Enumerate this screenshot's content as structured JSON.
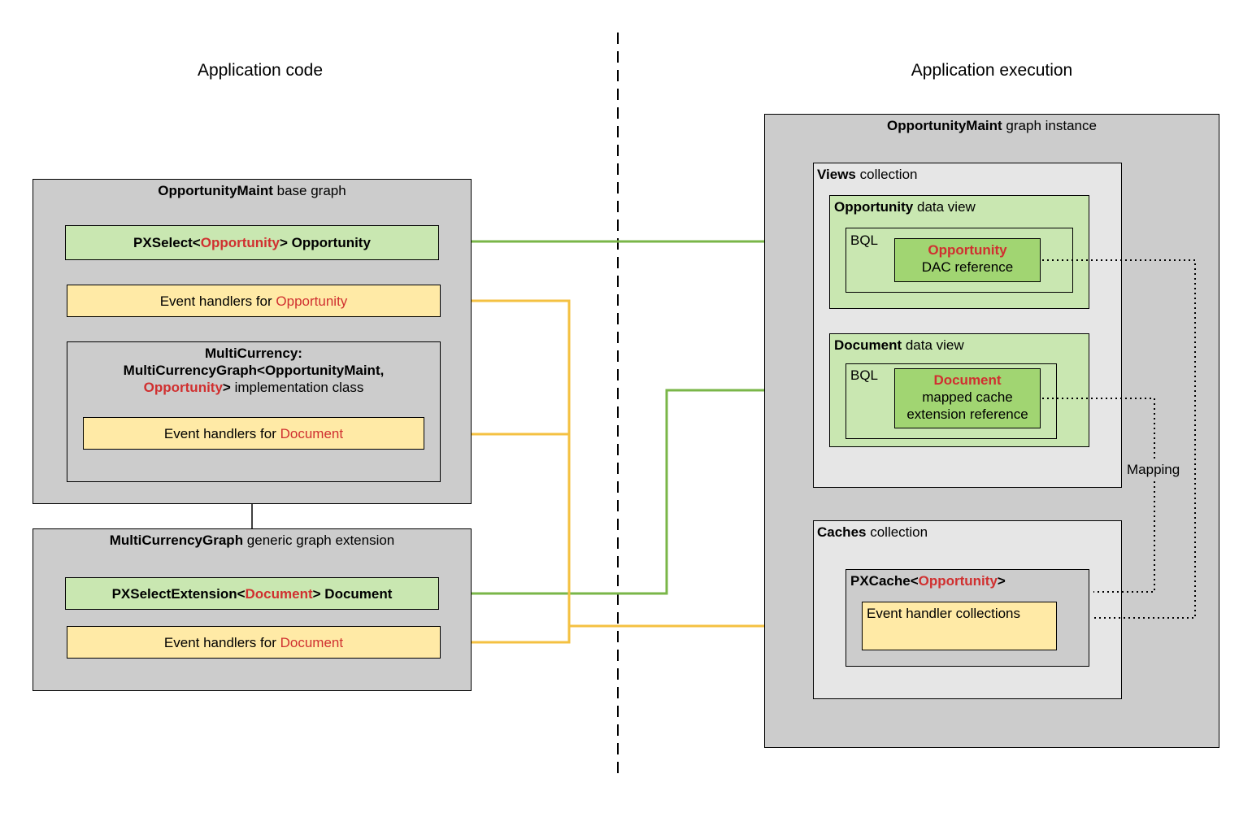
{
  "headings": {
    "left": "Application code",
    "right": "Application execution"
  },
  "left": {
    "base_graph": {
      "name": "OpportunityMaint",
      "suffix": " base graph",
      "view": {
        "prefix": "PXSelect<",
        "type": "Opportunity",
        "suffix": "> Opportunity"
      },
      "handlers": {
        "prefix": "Event handlers for ",
        "type": "Opportunity"
      },
      "impl": {
        "line1": "MultiCurrency:",
        "line2": "MultiCurrencyGraph<OpportunityMaint,",
        "line3_type": "Opportunity",
        "line3_bold_rest": ">",
        "line3_rest": " implementation class",
        "handlers": {
          "prefix": "Event handlers for ",
          "type": "Document"
        }
      }
    },
    "extension": {
      "name": "MultiCurrencyGraph",
      "suffix": " generic graph extension",
      "view": {
        "prefix": "PXSelectExtension<",
        "type": "Document",
        "suffix": "> Document"
      },
      "handlers": {
        "prefix": "Event handlers for ",
        "type": "Document"
      }
    }
  },
  "right": {
    "instance": {
      "name": "OpportunityMaint",
      "suffix": " graph instance"
    },
    "views": {
      "name": "Views",
      "suffix": " collection",
      "opportunity_view": {
        "name": "Opportunity",
        "suffix": " data view",
        "bql": "BQL",
        "ref_type": "Opportunity",
        "ref_text": "DAC reference"
      },
      "document_view": {
        "name": "Document",
        "suffix": " data view",
        "bql": "BQL",
        "ref_type": "Document",
        "ref_line2": "mapped cache",
        "ref_line3": "extension reference"
      }
    },
    "caches": {
      "name": "Caches",
      "suffix": " collection",
      "pxcache": {
        "prefix": "PXCache<",
        "type": "Opportunity",
        "suffix": ">"
      },
      "handler_collections": "Event handler collections"
    },
    "mapping_label": "Mapping"
  },
  "colors": {
    "green_line": "#7ab648",
    "yellow_line": "#f4c142",
    "type_red": "#d03030",
    "gray_box": "#cccccc",
    "light_box": "#e6e6e6",
    "green_box": "#c9e7b1",
    "dark_green_box": "#a1d572",
    "yellow_box": "#ffeaa6"
  }
}
